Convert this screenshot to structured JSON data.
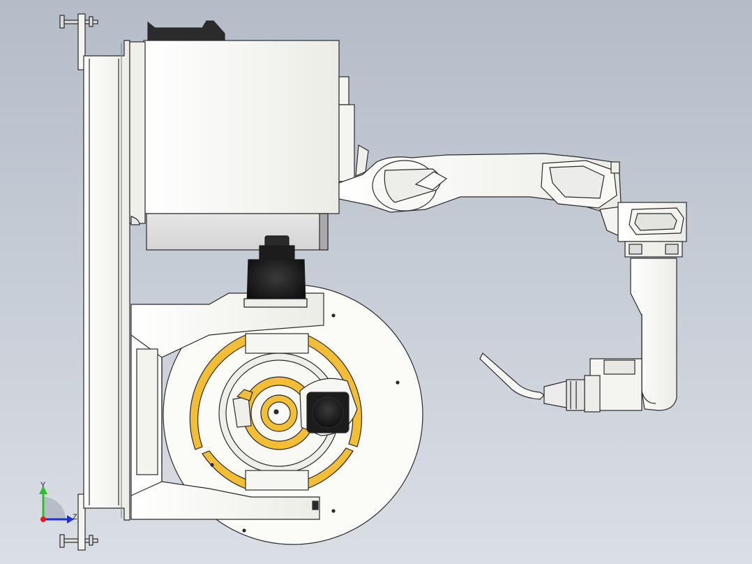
{
  "view": {
    "axis_triad": {
      "y_label": "Y",
      "z_label": "Z",
      "colors": {
        "y_axis": "#27c427",
        "z_axis": "#1f2fd6",
        "x_axis": "#e01e1e"
      }
    }
  },
  "colors": {
    "background_top": "#b4bcc8",
    "background_bottom": "#dadfe5",
    "part_white": "#fbfbf8",
    "part_shadow": "#e3e3dc",
    "part_gray": "#dcdcdc",
    "part_dark_gray": "#a9a9a9",
    "motor_black": "#1c1c1c",
    "bearing_gold": "#f3bd35",
    "outline": "#2a2a2a"
  },
  "components": [
    {
      "id": "base-frame",
      "icon": "frame-rail-icon"
    },
    {
      "id": "robot-body",
      "icon": "housing-icon"
    },
    {
      "id": "upper-arm",
      "icon": "robot-arm-icon"
    },
    {
      "id": "wrist",
      "icon": "wrist-icon"
    },
    {
      "id": "welding-torch",
      "icon": "torch-icon"
    },
    {
      "id": "positioner-turntable",
      "icon": "turntable-icon"
    },
    {
      "id": "servo-motor",
      "icon": "motor-icon"
    }
  ]
}
